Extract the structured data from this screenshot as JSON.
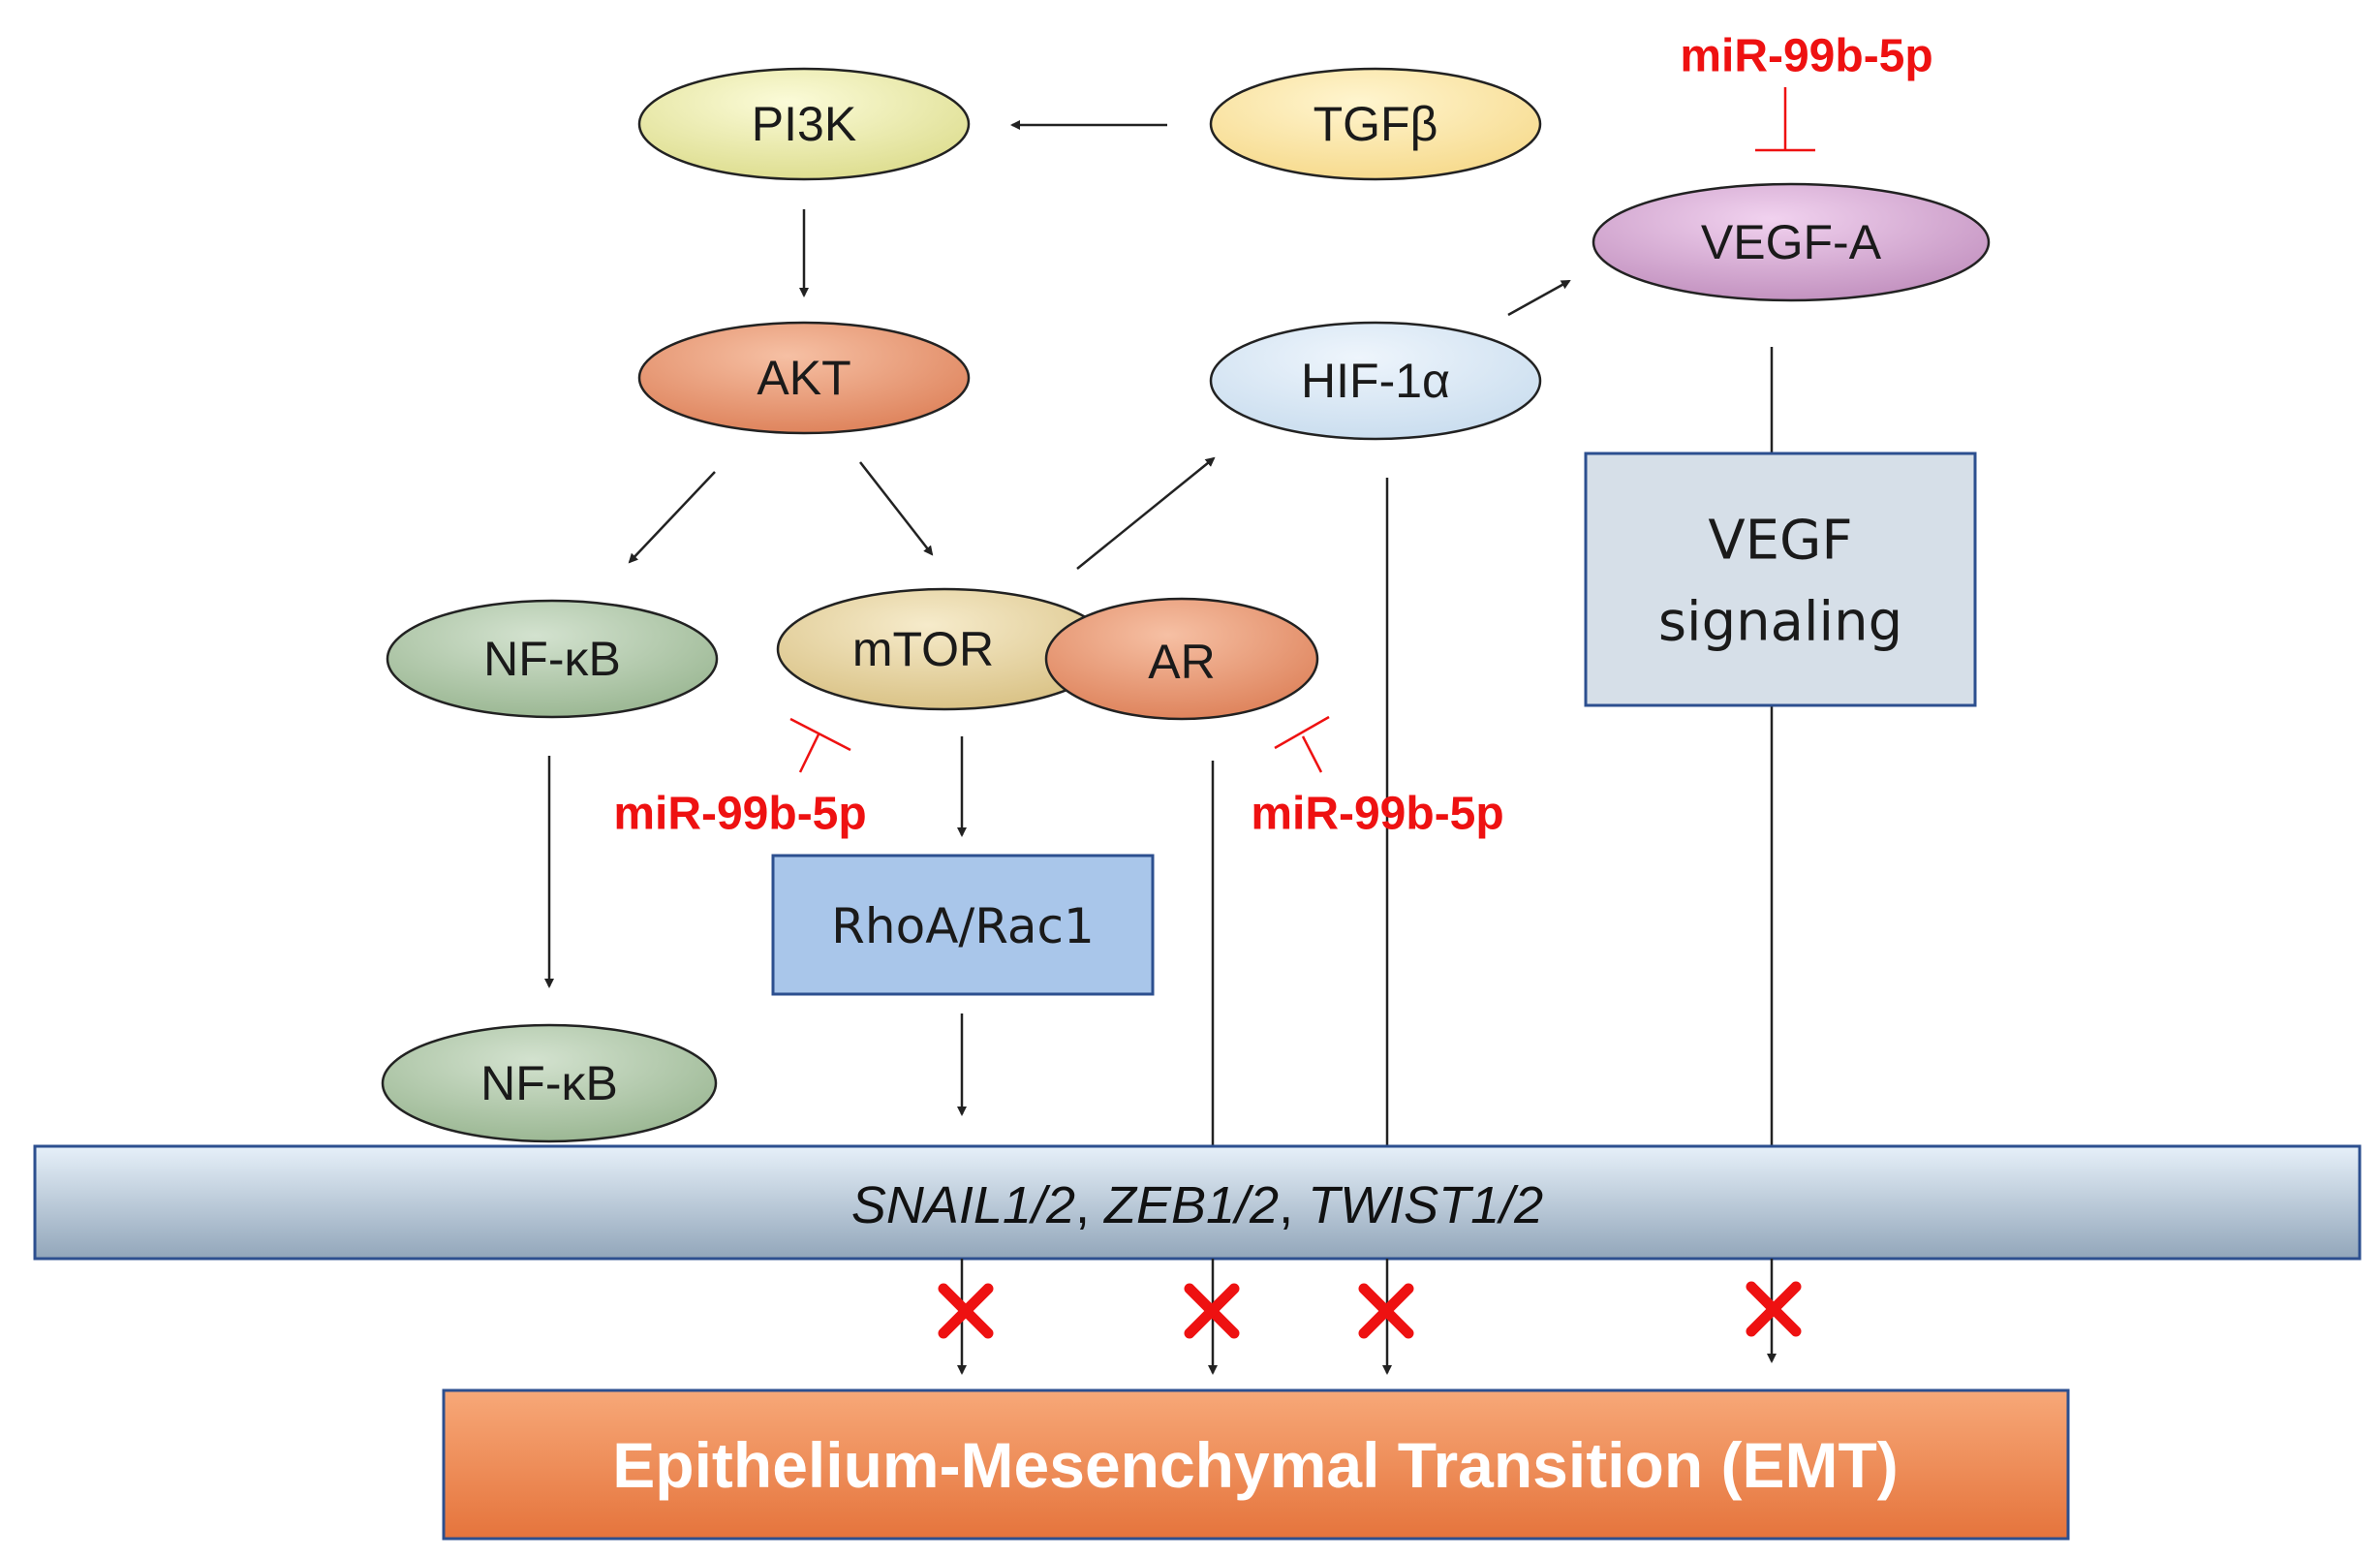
{
  "nodes": {
    "pi3k": "PI3K",
    "tgfb": "TGFβ",
    "akt": "AKT",
    "hif1a": "HIF-1α",
    "vegfa": "VEGF-A",
    "nfkb_top": "NF-κB",
    "mtor": "mTOR",
    "ar": "AR",
    "nfkb_bottom": "NF-κB",
    "rhoa": "RhoA/Rac1",
    "vegf_line1": "VEGF",
    "vegf_line2": "signaling"
  },
  "mirna": {
    "top": "miR-99b-5p",
    "left": "miR-99b-5p",
    "right": "miR-99b-5p"
  },
  "genes": {
    "snail": "SNAIL1/2",
    "zeb": "ZEB1/2",
    "twist": "TWIST1/2",
    "sep": ", "
  },
  "emt": {
    "label": "Epithelium-Mesenchymal Transition (EMT)"
  },
  "colors": {
    "pi3k": "#f0f0b4",
    "tgfb": "#fde9a8",
    "akt": "#ee9e78",
    "hif1a": "#dbeaf7",
    "vegfa": "#deb0dc",
    "nfkb": "#b6cdb0",
    "mtor": "#ead8a4",
    "ar": "#ee9e78",
    "rhoa": "#a9c6ea",
    "vegf_box": "#d6dfe8",
    "mirna": "#ee1111",
    "emt": "#f0884c"
  }
}
